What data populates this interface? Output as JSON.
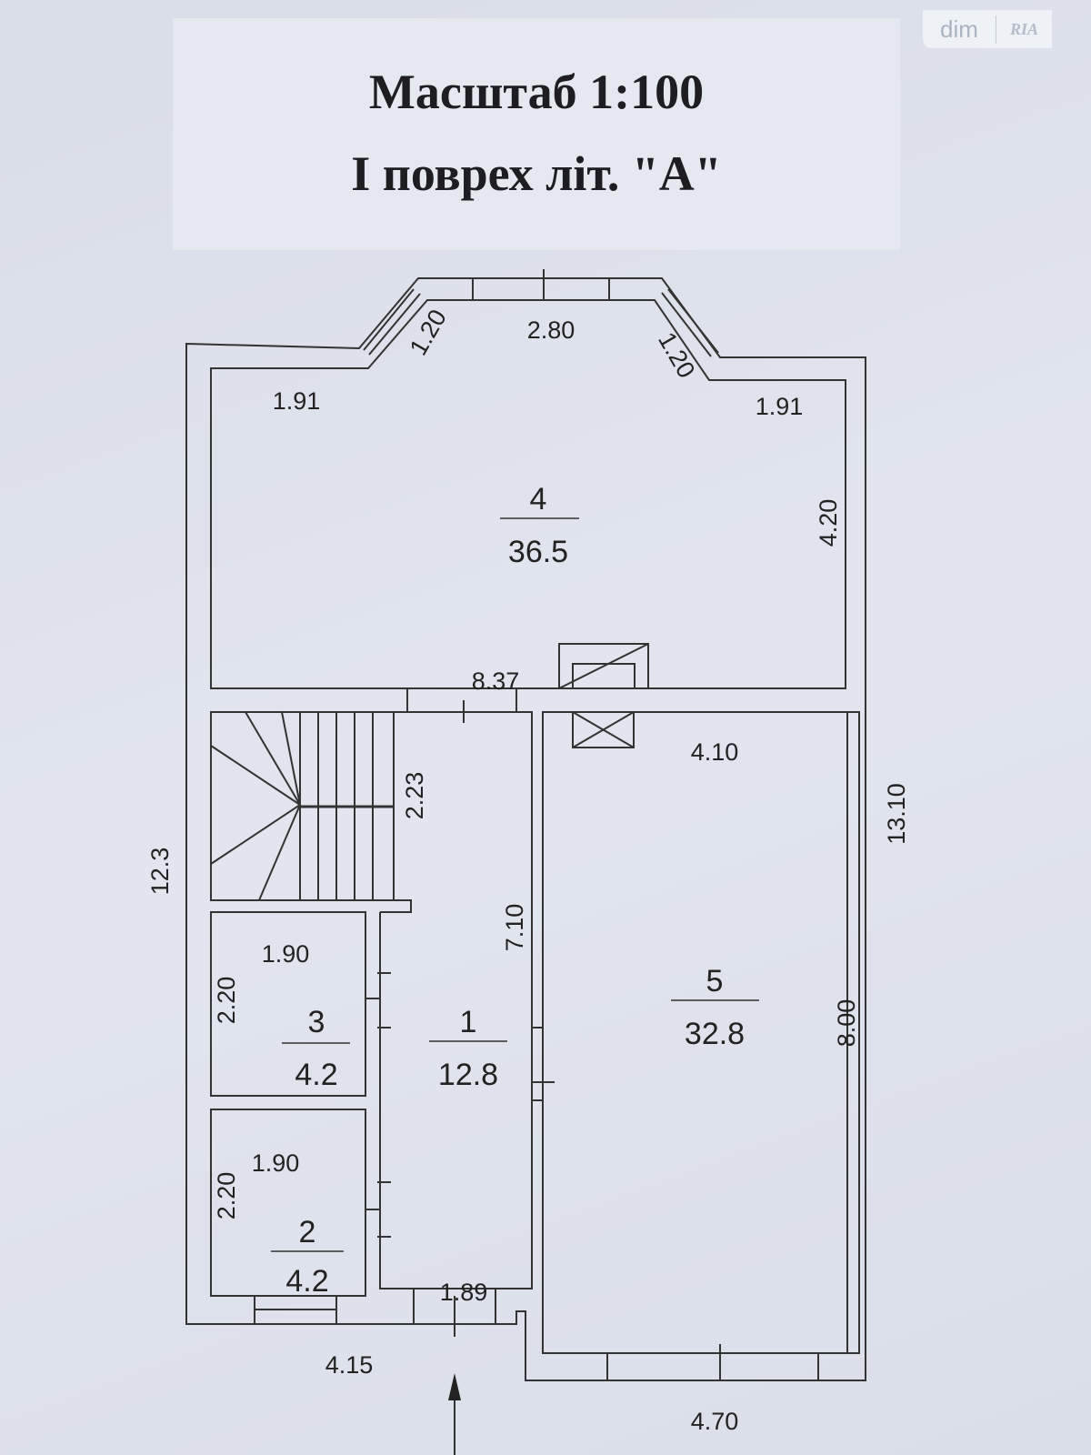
{
  "watermark": {
    "left": "dim",
    "right": "RIA"
  },
  "title": {
    "scale": "Масштаб 1:100",
    "floor": "І поврех літ. \"А\""
  },
  "rooms": [
    {
      "number": "4",
      "area": "36.5"
    },
    {
      "number": "5",
      "area": "32.8"
    },
    {
      "number": "1",
      "area": "12.8"
    },
    {
      "number": "3",
      "area": "4.2"
    },
    {
      "number": "2",
      "area": "4.2"
    }
  ],
  "dimensions": {
    "bay_left": "1.20",
    "bay_center": "2.80",
    "bay_right": "1.20",
    "top_left": "1.91",
    "top_right": "1.91",
    "room4_height": "4.20",
    "room4_width": "8.37",
    "room5_width": "4.10",
    "outer_right": "13.10",
    "room5_height": "8.00",
    "outer_left": "12.3",
    "stairs_height": "2.23",
    "room1_height": "7.10",
    "room3_width": "1.90",
    "room3_height": "2.20",
    "room2_width": "1.90",
    "room2_height": "2.20",
    "room1_width": "1.89",
    "bottom_left": "4.15",
    "bottom_right": "4.70"
  }
}
